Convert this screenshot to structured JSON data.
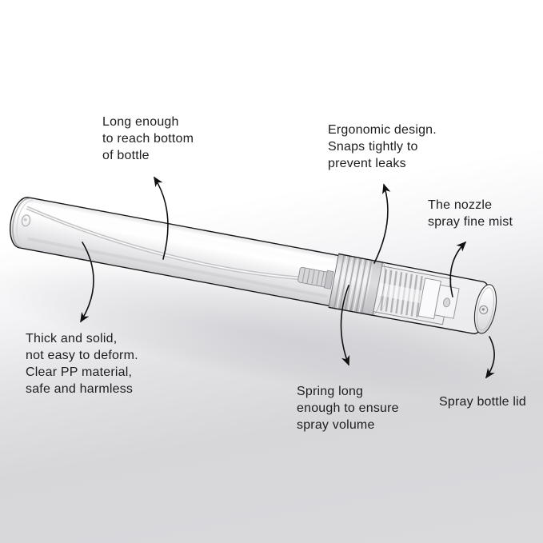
{
  "figure": {
    "kind": "annotated product diagram",
    "product": "transparent pen-style spray bottle",
    "colors": {
      "background_top": "#ffffff",
      "background_bottom": "#d8d8db",
      "ink": "#1d1d1f",
      "outline": "#1a1a1a",
      "bottle_body": "#ececee"
    }
  },
  "callouts": [
    {
      "id": "dip-tube",
      "target_part": "dip tube",
      "lines": [
        "Long enough",
        "to reach bottom",
        "of bottle"
      ]
    },
    {
      "id": "pump-seal",
      "target_part": "pump collar",
      "lines": [
        "Ergonomic design.",
        "Snaps tightly to",
        "prevent leaks"
      ]
    },
    {
      "id": "nozzle",
      "target_part": "nozzle head",
      "lines": [
        "The nozzle",
        "spray fine mist"
      ]
    },
    {
      "id": "tube-material",
      "target_part": "tube body",
      "lines": [
        "Thick and solid,",
        "not easy to deform.",
        "Clear PP material,",
        "safe and harmless"
      ]
    },
    {
      "id": "spring",
      "target_part": "pump spring",
      "lines": [
        "Spring long",
        "enough to ensure",
        "spray volume"
      ]
    },
    {
      "id": "lid",
      "target_part": "spray bottle lid",
      "lines": [
        "Spray bottle lid"
      ]
    }
  ]
}
